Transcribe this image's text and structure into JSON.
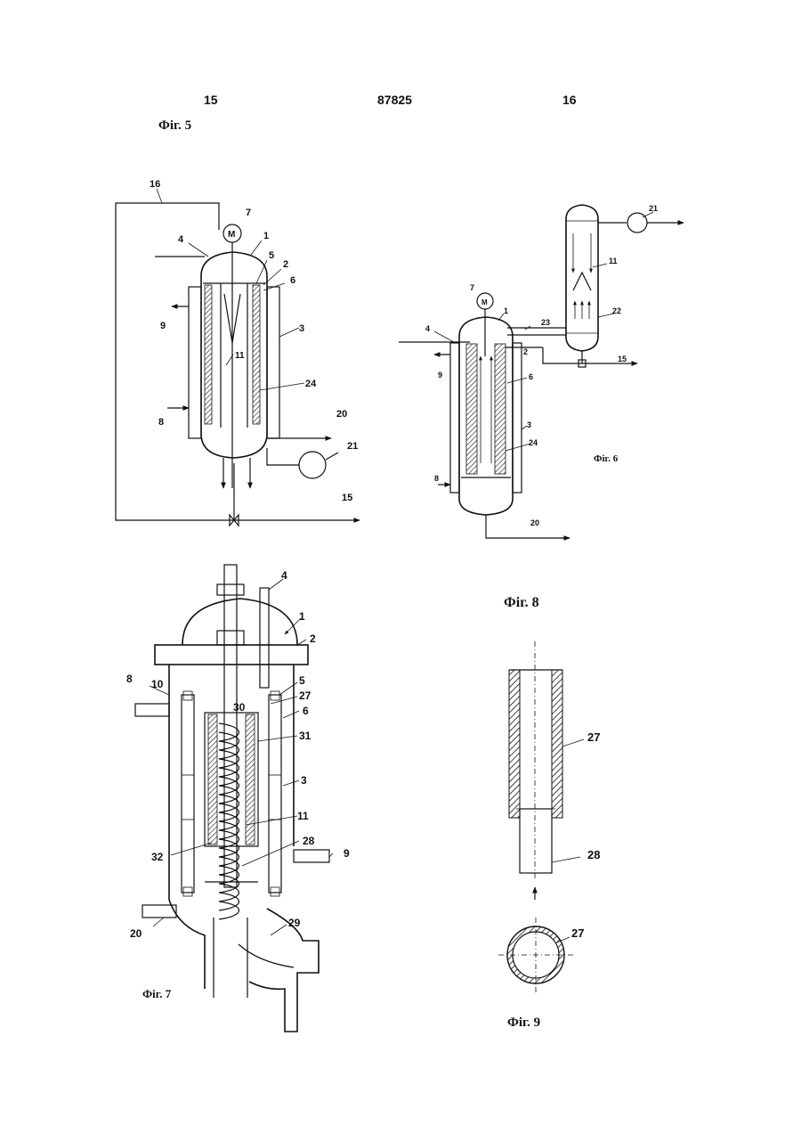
{
  "header": {
    "page_left": "15",
    "doc_number": "87825",
    "page_right": "16"
  },
  "figures": {
    "fig5": {
      "caption": "Фіг. 5",
      "labels": [
        "16",
        "7",
        "M",
        "4",
        "1",
        "5",
        "2",
        "6",
        "9",
        "3",
        "11",
        "24",
        "8",
        "20",
        "21",
        "15"
      ]
    },
    "fig6": {
      "caption": "Фіг. 6",
      "labels": [
        "21",
        "11",
        "22",
        "7",
        "M",
        "1",
        "23",
        "4",
        "2",
        "15",
        "9",
        "6",
        "3",
        "24",
        "8",
        "20"
      ]
    },
    "fig7": {
      "caption": "Фіг. 7",
      "labels": [
        "4",
        "1",
        "2",
        "8",
        "10",
        "5",
        "30",
        "27",
        "6",
        "31",
        "3",
        "11",
        "28",
        "32",
        "9",
        "29",
        "20"
      ]
    },
    "fig8": {
      "caption": "Фіг. 8",
      "labels": [
        "27",
        "28"
      ]
    },
    "fig9": {
      "caption": "Фіг. 9",
      "labels": [
        "27"
      ]
    }
  }
}
